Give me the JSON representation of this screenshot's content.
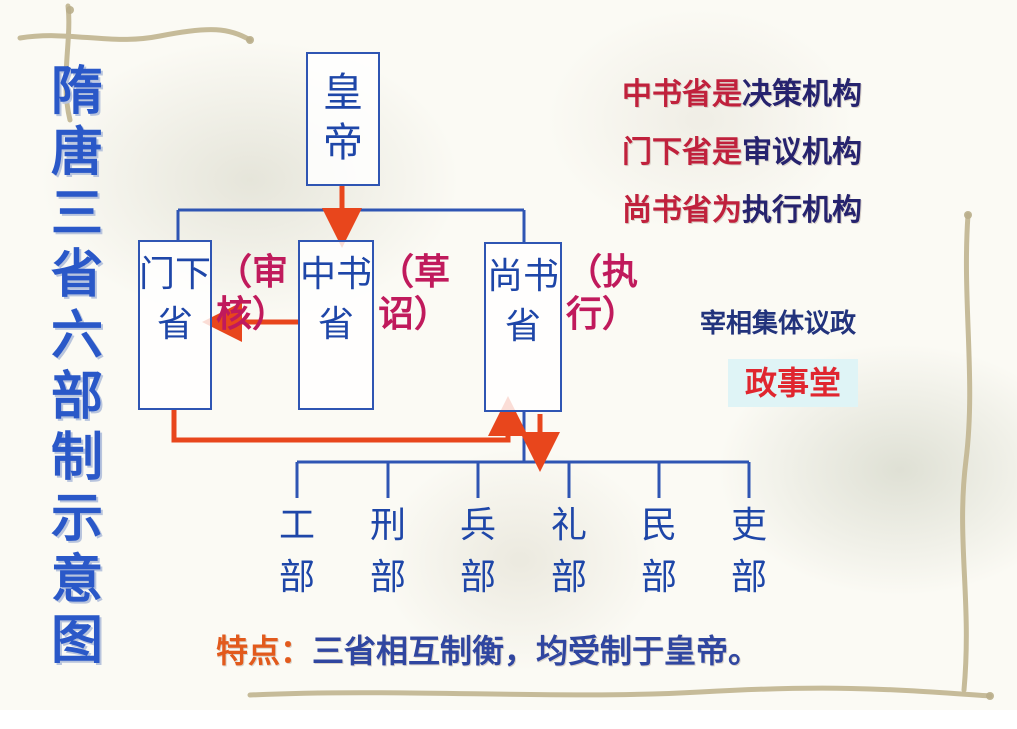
{
  "title": "隋唐三省六部制示意图",
  "emperor": "皇帝",
  "departments": [
    {
      "id": "menxia",
      "name": "门下省",
      "role": "（审核）"
    },
    {
      "id": "zhongshu",
      "name": "中书省",
      "role": "（草诏）"
    },
    {
      "id": "shangshu",
      "name": "尚书省",
      "role": "（执行）"
    }
  ],
  "rules": [
    {
      "highlight": "中书省是",
      "rest": "决策机构"
    },
    {
      "highlight": "门下省是",
      "rest": "审议机构"
    },
    {
      "highlight": "尚书省为",
      "rest": "执行机构"
    }
  ],
  "council": {
    "label": "宰相集体议政",
    "hall": "政事堂"
  },
  "ministries": [
    "工部",
    "刑部",
    "兵部",
    "礼部",
    "民部",
    "吏部"
  ],
  "feature": {
    "label": "特点：",
    "text": "三省相互制衡，均受制于皇帝。"
  },
  "colors": {
    "title": "#2a58c8",
    "box_line": "#2f55b3",
    "arrow": "#e8461c",
    "role_text": "#c01a5c",
    "rule_highlight": "#c0213c",
    "rule_rest": "#26236e",
    "hall_bg": "#dff4f6",
    "hall_text": "#e0262f",
    "frame_vine": "#c6bb99"
  }
}
